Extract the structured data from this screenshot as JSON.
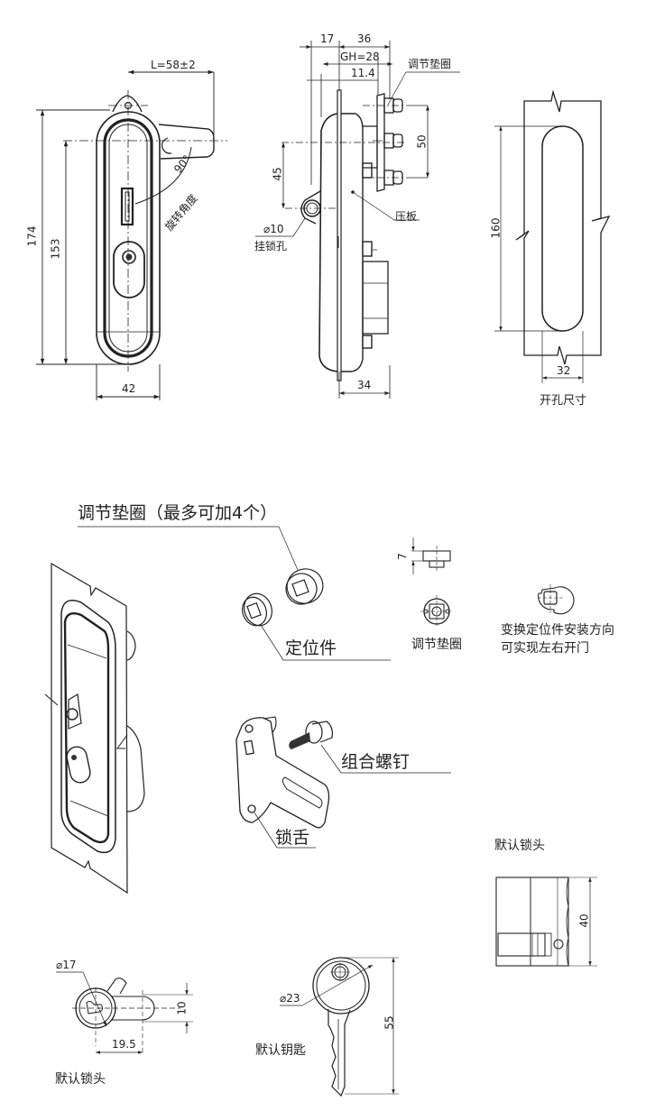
{
  "front_view": {
    "dim_L": "L=58±2",
    "dim_height_total": "174",
    "dim_height_center": "153",
    "dim_width": "42",
    "rotation_angle": "90°",
    "rotation_label": "旋转角度"
  },
  "side_view": {
    "dim_17": "17",
    "dim_36": "36",
    "dim_GH": "GH=28",
    "dim_11_4": "11.4",
    "dim_50": "50",
    "dim_45": "45",
    "dim_phi10": "⌀10",
    "dim_34": "34",
    "label_washer": "调节垫圈",
    "label_plate": "压板",
    "label_padlock_hole": "挂锁孔"
  },
  "cutout_view": {
    "dim_160": "160",
    "dim_32": "32",
    "title": "开孔尺寸"
  },
  "exploded_view": {
    "label_washer_max": "调节垫圈（最多可加4个）",
    "label_locator": "定位件",
    "label_screw": "组合螺钉",
    "label_tongue": "锁舌"
  },
  "washer_detail": {
    "dim_7": "7",
    "label": "调节垫圈"
  },
  "locator_detail": {
    "note_line1": "变换定位件安装方向",
    "note_line2": "可实现左右开门"
  },
  "cylinder_side": {
    "title": "默认锁头",
    "dim_40": "40"
  },
  "cylinder_front": {
    "dim_phi17": "⌀17",
    "dim_19_5": "19.5",
    "dim_10": "10",
    "title": "默认锁头"
  },
  "key": {
    "dim_phi23": "⌀23",
    "dim_55": "55",
    "title": "默认钥匙"
  }
}
